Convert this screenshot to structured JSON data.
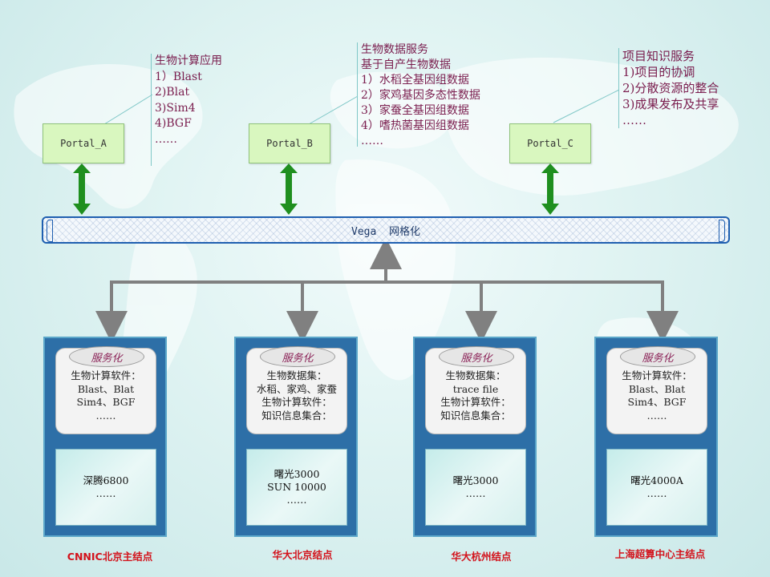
{
  "portals": [
    {
      "label": "Portal_A"
    },
    {
      "label": "Portal_B"
    },
    {
      "label": "Portal_C"
    }
  ],
  "notes": [
    {
      "lines": [
        "生物计算应用",
        "1）Blast",
        "2)Blat",
        "3)Sim4",
        "4)BGF",
        "……"
      ]
    },
    {
      "lines": [
        "生物数据服务",
        "基于自产生物数据",
        "1）水稻全基因组数据",
        "2）家鸡基因多态性数据",
        "3）家蚕全基因组数据",
        "4）嗜热菌基因组数据",
        "……"
      ]
    },
    {
      "lines": [
        "项目知识服务",
        "1)项目的协调",
        "2)分散资源的整合",
        "3)成果发布及共享",
        "……"
      ]
    }
  ],
  "bus": {
    "label": "Vega  网格化"
  },
  "nodes": [
    {
      "service_caption": "服务化",
      "service_lines": [
        "生物计算软件：",
        "Blast、Blat",
        "Sim4、BGF",
        "……"
      ],
      "hardware_lines": [
        "深腾6800",
        "……"
      ],
      "label": "CNNIC北京主结点"
    },
    {
      "service_caption": "服务化",
      "service_lines": [
        "生物数据集：",
        "水稻、家鸡、家蚕",
        "生物计算软件：",
        "知识信息集合："
      ],
      "hardware_lines": [
        "曙光3000",
        "SUN 10000",
        "……"
      ],
      "label": "华大北京结点"
    },
    {
      "service_caption": "服务化",
      "service_lines": [
        "生物数据集：",
        "trace file",
        "生物计算软件：",
        "知识信息集合："
      ],
      "hardware_lines": [
        "曙光3000",
        "……"
      ],
      "label": "华大杭州结点"
    },
    {
      "service_caption": "服务化",
      "service_lines": [
        "生物计算软件：",
        "Blast、Blat",
        "Sim4、BGF",
        "……"
      ],
      "hardware_lines": [
        "曙光4000A",
        "……"
      ],
      "label": "上海超算中心主结点"
    }
  ],
  "colors": {
    "portal_arrow": "#1f8f1f",
    "gray_arrow": "#808080",
    "bus_border": "#1f5fb0",
    "node_fill": "#2d6fa7",
    "label_red": "#d3121b",
    "note_text": "#7a1d4e"
  }
}
